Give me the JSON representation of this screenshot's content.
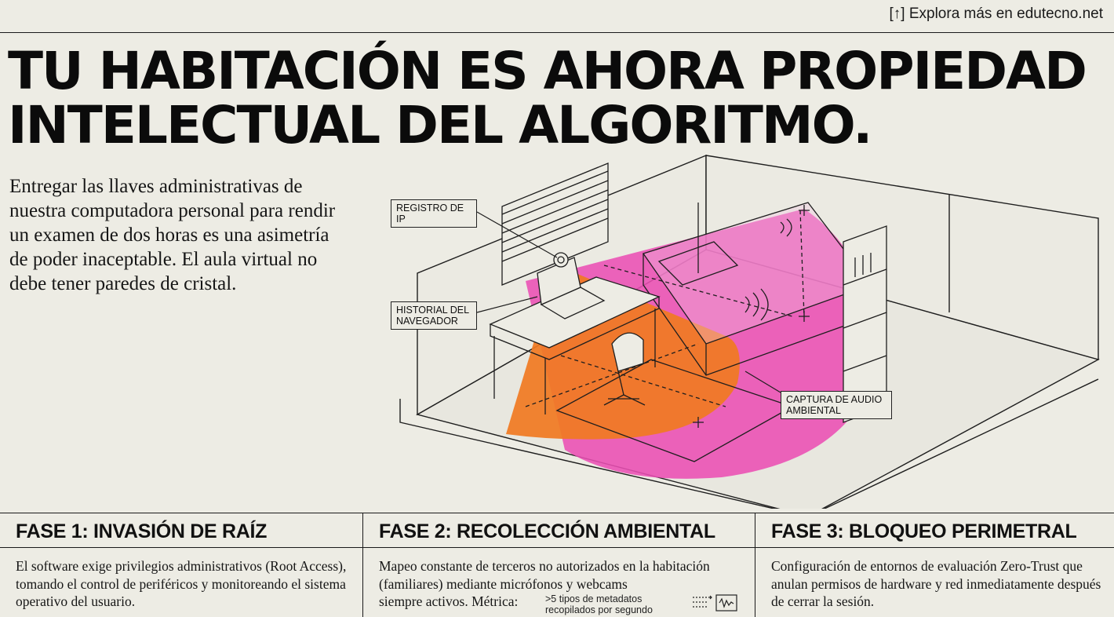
{
  "header": {
    "link": "[↑] Explora más en edutecno.net"
  },
  "headline": {
    "line1": "TU HABITACIÓN ES AHORA PROPIEDAD",
    "line2": "INTELECTUAL DEL ALGORITMO."
  },
  "lede": "Entregar las llaves administrativas de nuestra computadora personal para rendir un examen de dos horas es una asimetría de poder inaceptable. El aula virtual no debe tener paredes de cristal.",
  "labels": {
    "ip": "REGISTRO DE IP",
    "browser": "HISTORIAL DEL NAVEGADOR",
    "audio": "CAPTURA DE AUDIO AMBIENTAL"
  },
  "colors": {
    "background": "#edece4",
    "camera_cone": "#f07a22",
    "audio_zone": "#ea4fb4",
    "ink": "#111111"
  },
  "phases": [
    {
      "title": "FASE 1: INVASIÓN DE RAÍZ",
      "body": "El software exige privilegios administrativos (Root Access), tomando el control de periféricos y monitoreando el sistema operativo del usuario."
    },
    {
      "title": "FASE 2: RECOLECCIÓN AMBIENTAL",
      "body": "Mapeo constante de terceros no autorizados en la habitación (familiares) mediante micrófonos y webcams",
      "body_last": "siempre activos. Métrica:",
      "metric": ">5 tipos de metadatos recopilados por segundo"
    },
    {
      "title": "FASE 3: BLOQUEO PERIMETRAL",
      "body": "Configuración de entornos de evaluación Zero-Trust que anulan permisos de hardware y red inmediatamente después de cerrar la sesión."
    }
  ]
}
